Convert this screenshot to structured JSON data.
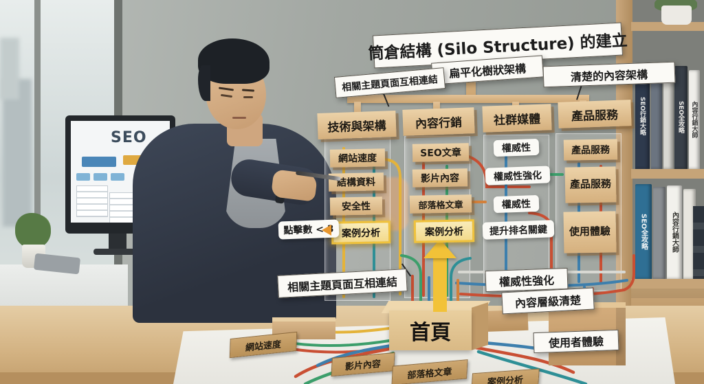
{
  "title": "筒倉結構 (Silo Structure) 的建立",
  "annotations": {
    "flat_tree": "扁平化樹狀架構",
    "clear_content": "清楚的內容架構",
    "related_top": "相關主題頁面互相連結",
    "related_bottom": "相關主題頁面互相連結",
    "click_count": "點擊數 < 3",
    "authority_bottom": "權威性強化",
    "hierarchy_bottom": "內容層級清楚",
    "ux_bottom": "使用者體驗"
  },
  "silo": {
    "columns": [
      {
        "header": "技術與架構",
        "items": [
          "網站速度",
          "結構資料",
          "安全性",
          "案例分析"
        ]
      },
      {
        "header": "內容行銷",
        "items": [
          "SEO文章",
          "影片內容",
          "部落格文章",
          "案例分析"
        ]
      },
      {
        "header": "社群媒體",
        "items": [
          "權威性",
          "權威性強化",
          "權威性",
          "提升排名關鍵"
        ]
      },
      {
        "header": "產品服務",
        "items": [
          "產品服務",
          "產品服務",
          "使用體驗"
        ]
      }
    ],
    "homepage": "首頁"
  },
  "floor_plaques": [
    "網站速度",
    "影片內容",
    "部落格文章",
    "案例分析"
  ],
  "monitor": {
    "heading": "SEO"
  },
  "bookshelf": {
    "top_titles": [
      "SEO行銷大略",
      "SEO全攻略",
      "內容行銷大師"
    ],
    "bottom_titles": [
      "SEO全攻略",
      "內容行銷大師"
    ]
  },
  "colors": {
    "highlight_yellow": "#f0c23c",
    "wood": "#d9b88f",
    "wire_red": "#c94f33",
    "wire_blue": "#3d7fad",
    "wire_green": "#3c9e6b",
    "wire_yellow": "#e4b33a",
    "wire_teal": "#2e8f96",
    "wire_orange": "#d3803a"
  }
}
